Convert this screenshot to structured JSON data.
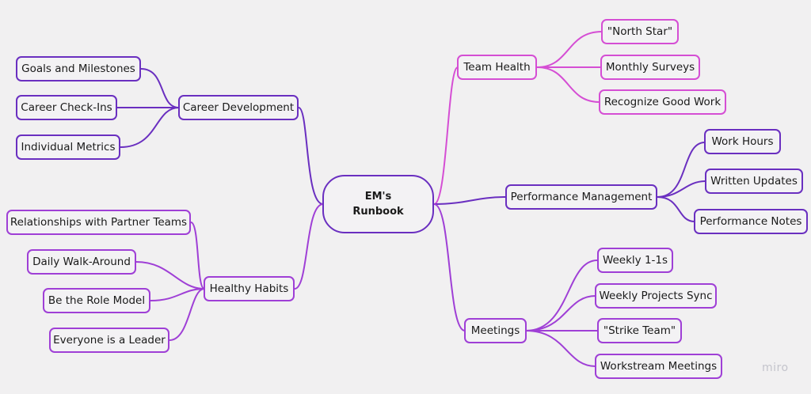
{
  "root": {
    "line1": "EM's",
    "line2": "Runbook"
  },
  "branches": {
    "team_health": {
      "label": "Team Health",
      "color": "#d54ed4",
      "children": [
        "\"North Star\"",
        "Monthly Surveys",
        "Recognize Good Work"
      ]
    },
    "performance": {
      "label": "Performance Management",
      "color": "#6a2fc0",
      "children": [
        "Work Hours",
        "Written Updates",
        "Performance Notes"
      ]
    },
    "meetings": {
      "label": "Meetings",
      "color": "#9f3fd6",
      "children": [
        "Weekly 1-1s",
        "Weekly Projects Sync",
        "\"Strike Team\"",
        "Workstream Meetings"
      ]
    },
    "career": {
      "label": "Career Development",
      "color": "#6a2fc0",
      "children": [
        "Goals and Milestones",
        "Career Check-Ins",
        "Individual Metrics"
      ]
    },
    "habits": {
      "label": "Healthy Habits",
      "color": "#9f3fd6",
      "children": [
        "Relationships with Partner Teams",
        "Daily Walk-Around",
        "Be the Role Model",
        "Everyone is a Leader"
      ]
    }
  },
  "watermark": "miro"
}
